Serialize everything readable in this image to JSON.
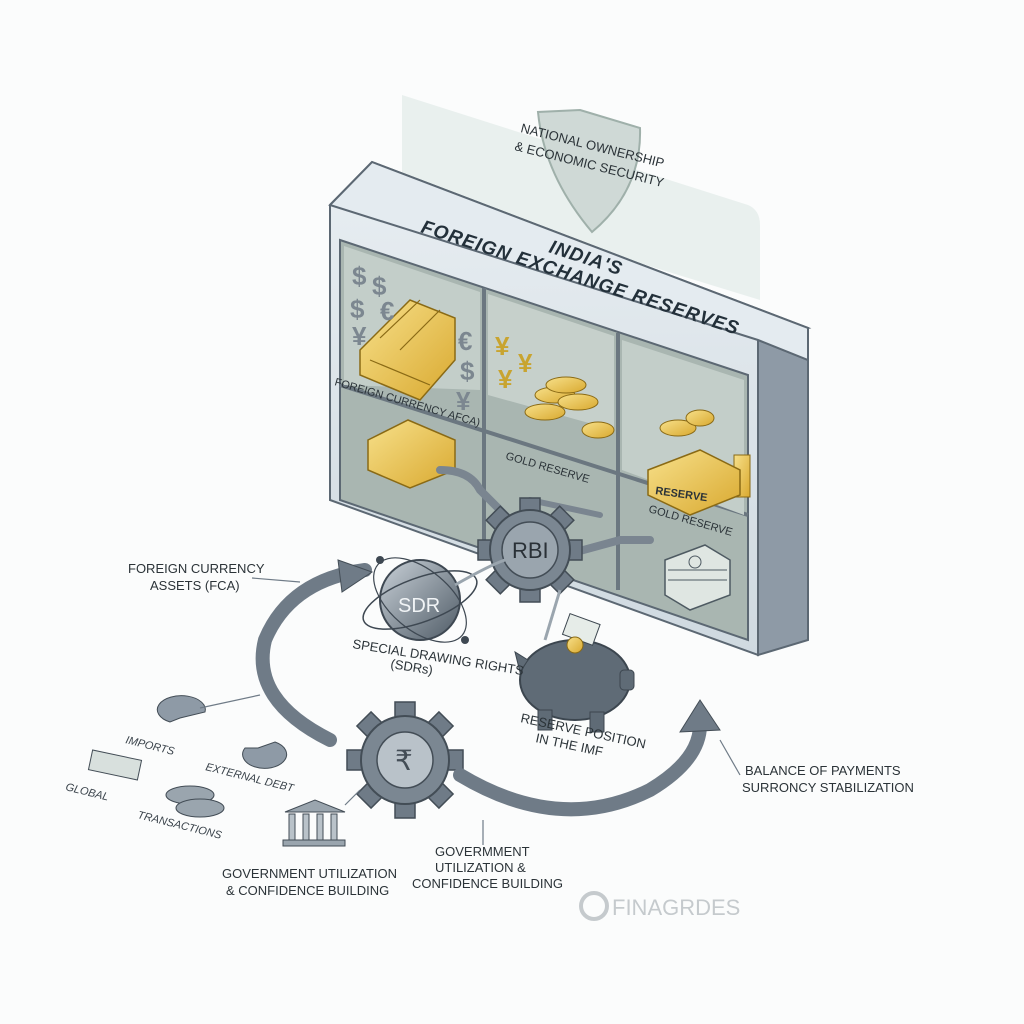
{
  "shield": {
    "line1": "NATIONAL OWNERSHIP",
    "line2": "& ECONOMIC SECURITY"
  },
  "vault": {
    "title_line1": "INDIA'S",
    "title_line2": "FOREIGN EXCHANGE RESERVES",
    "label_fca": "FOREIGN CURRENCY AFCA)",
    "label_gold1": "GOLD RESERVE",
    "label_gold2": "GOLD RESERVE",
    "ingot_label": "RESERVE"
  },
  "hub": {
    "label": "RBI"
  },
  "sdr_sphere": {
    "label": "SDR"
  },
  "callouts": {
    "fca": {
      "line1": "FOREIGN CURRENCY",
      "line2": "ASSETS (FCA)"
    },
    "sdr": {
      "line1": "SPECIAL DRAWING RIGHTS",
      "line2": "(SDRs)"
    },
    "imf": {
      "line1": "RESERVE POSITION",
      "line2": "IN THE IMF"
    },
    "bop": {
      "line1": "BALANCE OF PAYMENTS",
      "line2": "SURRONCY STABILIZATION"
    },
    "gov_left": {
      "line1": "GOVERNMENT UTILIZATION",
      "line2": "& CONFIDENCE BUILDING"
    },
    "gov_center": {
      "line1": "GOVERMMENT",
      "line2": "UTILIZATION &",
      "line3": "CONFIDENCE BUILDING"
    }
  },
  "flows": {
    "imports": "IMPORTS",
    "external_debt": "EXTERNAL DEBT",
    "global": "GLOBAL",
    "transactions": "TRANSACTIONS"
  },
  "watermark": {
    "text": "FINAGRDES"
  },
  "colors": {
    "vault_frame": "#d8e2ea",
    "vault_side": "#8e9aa6",
    "gold": "#e9c24a",
    "gear": "#6f7b87",
    "shield": "#cfd9d6"
  }
}
